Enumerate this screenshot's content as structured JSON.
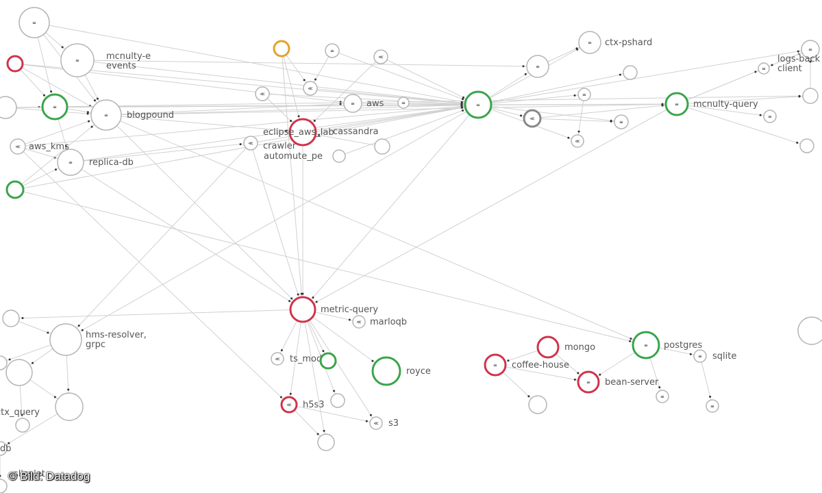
{
  "colors": {
    "edge": "#d0d0d0",
    "neutral": "#b4b4b4",
    "neutral_dark": "#888888",
    "green": "#3aa44a",
    "red": "#d0334a",
    "orange": "#e3a22a"
  },
  "credit": "© Bild: Datadog",
  "nodes": [
    {
      "id": "n_top_left",
      "label": "",
      "status": "neutral",
      "glyph": "≡"
    },
    {
      "id": "mcnulty_events_node",
      "label": "mcnulty-e\nevents",
      "status": "neutral",
      "glyph": "≡"
    },
    {
      "id": "mcnulty_events_red",
      "label": "",
      "status": "red",
      "glyph": ""
    },
    {
      "id": "n_left_mid",
      "label": "",
      "status": "neutral",
      "glyph": ""
    },
    {
      "id": "n_green_left",
      "label": "",
      "status": "green",
      "glyph": "≡"
    },
    {
      "id": "blogpound",
      "label": "blogpound",
      "status": "neutral",
      "glyph": "≡"
    },
    {
      "id": "aws_kms",
      "label": "aws_kms",
      "status": "neutral",
      "glyph": "≪"
    },
    {
      "id": "replica_db",
      "label": "replica-db",
      "status": "neutral",
      "glyph": "≡"
    },
    {
      "id": "n_green_lower_left",
      "label": "",
      "status": "green",
      "glyph": ""
    },
    {
      "id": "n_orange",
      "label": "",
      "status": "orange",
      "glyph": ""
    },
    {
      "id": "n_a1",
      "label": "",
      "status": "neutral",
      "glyph": "≡"
    },
    {
      "id": "n_a2",
      "label": "",
      "status": "neutral",
      "glyph": "≪"
    },
    {
      "id": "n_a3",
      "label": "",
      "status": "neutral",
      "glyph": "≪"
    },
    {
      "id": "n_a4",
      "label": "",
      "status": "neutral",
      "glyph": "≪"
    },
    {
      "id": "aws",
      "label": "aws",
      "status": "neutral",
      "glyph": "≡"
    },
    {
      "id": "n_a5",
      "label": "",
      "status": "neutral",
      "glyph": "≡"
    },
    {
      "id": "eclipse_aws_lab",
      "label": "eclipse_aws_lab",
      "status": "red",
      "glyph": ""
    },
    {
      "id": "cassandra",
      "label": "cassandra",
      "status": "neutral",
      "glyph": ""
    },
    {
      "id": "crawler",
      "label": "crawler",
      "status": "neutral",
      "glyph": "≪"
    },
    {
      "id": "automute_pe",
      "label": "automute_pe",
      "status": "neutral",
      "glyph": ""
    },
    {
      "id": "n_a6",
      "label": "",
      "status": "neutral",
      "glyph": ""
    },
    {
      "id": "n_hub",
      "label": "",
      "status": "green",
      "glyph": "≡"
    },
    {
      "id": "ctx_pshard",
      "label": "ctx-pshard",
      "status": "neutral",
      "glyph": "≡"
    },
    {
      "id": "n_b1",
      "label": "",
      "status": "neutral",
      "glyph": "≡"
    },
    {
      "id": "n_b2",
      "label": "",
      "status": "neutral",
      "glyph": ""
    },
    {
      "id": "n_b3",
      "label": "",
      "status": "neutral",
      "glyph": "≡"
    },
    {
      "id": "n_b4",
      "label": "",
      "status": "dark",
      "glyph": "≪"
    },
    {
      "id": "n_b5",
      "label": "",
      "status": "neutral",
      "glyph": "≡"
    },
    {
      "id": "n_b6",
      "label": "",
      "status": "neutral",
      "glyph": "≪"
    },
    {
      "id": "mcnulty_query",
      "label": "mcnulty-query",
      "status": "green",
      "glyph": "≡"
    },
    {
      "id": "logs_backend_client",
      "label": "logs-back\nclient",
      "status": "neutral",
      "glyph": "≡"
    },
    {
      "id": "n_c1",
      "label": "",
      "status": "neutral",
      "glyph": "≡"
    },
    {
      "id": "n_c2",
      "label": "",
      "status": "neutral",
      "glyph": ""
    },
    {
      "id": "n_c3",
      "label": "",
      "status": "neutral",
      "glyph": "≡"
    },
    {
      "id": "n_c4",
      "label": "",
      "status": "neutral",
      "glyph": ""
    },
    {
      "id": "n_c5",
      "label": "",
      "status": "neutral",
      "glyph": "≡"
    },
    {
      "id": "metric_query",
      "label": "metric-query",
      "status": "red",
      "glyph": ""
    },
    {
      "id": "marloqb",
      "label": "marloqb",
      "status": "neutral",
      "glyph": "≪"
    },
    {
      "id": "ts_model",
      "label": "ts_model",
      "status": "neutral",
      "glyph": "≪"
    },
    {
      "id": "n_ts_green",
      "label": "",
      "status": "green",
      "glyph": ""
    },
    {
      "id": "royce",
      "label": "royce",
      "status": "green",
      "glyph": ""
    },
    {
      "id": "h5s3",
      "label": "h5s3",
      "status": "red",
      "glyph": "≪"
    },
    {
      "id": "n_d1",
      "label": "",
      "status": "neutral",
      "glyph": ""
    },
    {
      "id": "s3",
      "label": "s3",
      "status": "neutral",
      "glyph": "≪"
    },
    {
      "id": "n_d2",
      "label": "",
      "status": "neutral",
      "glyph": ""
    },
    {
      "id": "hms_resolver_grpc",
      "label": "hms-resolver,\ngrpc",
      "status": "neutral",
      "glyph": ""
    },
    {
      "id": "n_e1",
      "label": "",
      "status": "neutral",
      "glyph": ""
    },
    {
      "id": "n_e2",
      "label": "",
      "status": "neutral",
      "glyph": ""
    },
    {
      "id": "n_e3",
      "label": "",
      "status": "neutral",
      "glyph": ""
    },
    {
      "id": "ctx_query",
      "label": "ctx_query",
      "status": "neutral",
      "glyph": ""
    },
    {
      "id": "n_e4",
      "label": "",
      "status": "neutral",
      "glyph": ""
    },
    {
      "id": "db",
      "label": "db",
      "status": "neutral",
      "glyph": ""
    },
    {
      "id": "slicelet",
      "label": "slicelet",
      "status": "neutral",
      "glyph": ""
    },
    {
      "id": "mongo",
      "label": "mongo",
      "status": "red",
      "glyph": ""
    },
    {
      "id": "coffee_house",
      "label": "coffee-house",
      "status": "red",
      "glyph": "≡"
    },
    {
      "id": "bean_server",
      "label": "bean-server",
      "status": "red",
      "glyph": "≡"
    },
    {
      "id": "n_f1",
      "label": "",
      "status": "neutral",
      "glyph": ""
    },
    {
      "id": "postgres",
      "label": "postgres",
      "status": "green",
      "glyph": "≡"
    },
    {
      "id": "sqlite",
      "label": "sqlite",
      "status": "neutral",
      "glyph": "≡"
    },
    {
      "id": "n_f2",
      "label": "",
      "status": "neutral",
      "glyph": "≡"
    },
    {
      "id": "n_f3",
      "label": "",
      "status": "neutral",
      "glyph": "≡"
    },
    {
      "id": "n_right_big",
      "label": "",
      "status": "neutral",
      "glyph": ""
    }
  ],
  "edges": [
    [
      "n_top_left",
      "mcnulty_events_node"
    ],
    [
      "n_top_left",
      "n_green_left"
    ],
    [
      "n_top_left",
      "blogpound"
    ],
    [
      "n_top_left",
      "n_hub"
    ],
    [
      "mcnulty_events_red",
      "n_green_left"
    ],
    [
      "mcnulty_events_red",
      "blogpound"
    ],
    [
      "mcnulty_events_red",
      "aws"
    ],
    [
      "mcnulty_events_red",
      "n_hub"
    ],
    [
      "mcnulty_events_node",
      "blogpound"
    ],
    [
      "mcnulty_events_node",
      "n_hub"
    ],
    [
      "mcnulty_events_node",
      "n_b1"
    ],
    [
      "n_left_mid",
      "n_green_left"
    ],
    [
      "n_left_mid",
      "blogpound"
    ],
    [
      "n_left_mid",
      "n_hub"
    ],
    [
      "n_left_mid",
      "mcnulty_query"
    ],
    [
      "n_green_left",
      "blogpound"
    ],
    [
      "n_green_left",
      "replica_db"
    ],
    [
      "n_green_left",
      "n_hub"
    ],
    [
      "n_green_left",
      "n_c2"
    ],
    [
      "blogpound",
      "n_hub"
    ],
    [
      "blogpound",
      "mcnulty_query"
    ],
    [
      "blogpound",
      "aws"
    ],
    [
      "blogpound",
      "metric_query"
    ],
    [
      "blogpound",
      "eclipse_aws_lab"
    ],
    [
      "aws_kms",
      "replica_db"
    ],
    [
      "aws_kms",
      "blogpound"
    ],
    [
      "aws_kms",
      "n_hub"
    ],
    [
      "aws_kms",
      "h5s3"
    ],
    [
      "replica_db",
      "n_hub"
    ],
    [
      "replica_db",
      "metric_query"
    ],
    [
      "replica_db",
      "crawler"
    ],
    [
      "n_green_lower_left",
      "replica_db"
    ],
    [
      "n_green_lower_left",
      "blogpound"
    ],
    [
      "n_green_lower_left",
      "postgres"
    ],
    [
      "n_green_lower_left",
      "n_hub"
    ],
    [
      "n_orange",
      "eclipse_aws_lab"
    ],
    [
      "n_orange",
      "n_a3"
    ],
    [
      "n_orange",
      "metric_query"
    ],
    [
      "n_a1",
      "n_a3"
    ],
    [
      "n_a1",
      "n_hub"
    ],
    [
      "n_a2",
      "n_hub"
    ],
    [
      "n_a2",
      "eclipse_aws_lab"
    ],
    [
      "n_a3",
      "n_hub"
    ],
    [
      "n_a4",
      "eclipse_aws_lab"
    ],
    [
      "n_a4",
      "n_hub"
    ],
    [
      "aws",
      "n_hub"
    ],
    [
      "n_a5",
      "n_hub"
    ],
    [
      "eclipse_aws_lab",
      "n_hub"
    ],
    [
      "eclipse_aws_lab",
      "metric_query"
    ],
    [
      "crawler",
      "n_hub"
    ],
    [
      "crawler",
      "metric_query"
    ],
    [
      "crawler",
      "hms_resolver_grpc"
    ],
    [
      "n_a6",
      "eclipse_aws_lab"
    ],
    [
      "automute_pe",
      "n_hub"
    ],
    [
      "n_hub",
      "ctx_pshard"
    ],
    [
      "n_hub",
      "n_b1"
    ],
    [
      "n_hub",
      "n_b2"
    ],
    [
      "n_hub",
      "n_b3"
    ],
    [
      "n_hub",
      "n_b4"
    ],
    [
      "n_hub",
      "n_b5"
    ],
    [
      "n_hub",
      "n_b6"
    ],
    [
      "n_hub",
      "mcnulty_query"
    ],
    [
      "n_hub",
      "logs_backend_client"
    ],
    [
      "n_hub",
      "metric_query"
    ],
    [
      "n_hub",
      "hms_resolver_grpc"
    ],
    [
      "n_b4",
      "mcnulty_query"
    ],
    [
      "n_b4",
      "n_b5"
    ],
    [
      "n_b3",
      "n_b6"
    ],
    [
      "n_b1",
      "ctx_pshard"
    ],
    [
      "mcnulty_query",
      "logs_backend_client"
    ],
    [
      "mcnulty_query",
      "n_c1"
    ],
    [
      "mcnulty_query",
      "n_c3"
    ],
    [
      "mcnulty_query",
      "n_c4"
    ],
    [
      "mcnulty_query",
      "metric_query"
    ],
    [
      "mcnulty_query",
      "n_c2"
    ],
    [
      "logs_backend_client",
      "n_c1"
    ],
    [
      "n_c2",
      "logs_backend_client"
    ],
    [
      "metric_query",
      "marloqb"
    ],
    [
      "metric_query",
      "ts_model"
    ],
    [
      "metric_query",
      "n_ts_green"
    ],
    [
      "metric_query",
      "royce"
    ],
    [
      "metric_query",
      "h5s3"
    ],
    [
      "metric_query",
      "n_d1"
    ],
    [
      "metric_query",
      "s3"
    ],
    [
      "metric_query",
      "n_d2"
    ],
    [
      "metric_query",
      "n_e1"
    ],
    [
      "h5s3",
      "s3"
    ],
    [
      "h5s3",
      "n_d2"
    ],
    [
      "n_e1",
      "hms_resolver_grpc"
    ],
    [
      "hms_resolver_grpc",
      "n_e2"
    ],
    [
      "hms_resolver_grpc",
      "n_e3"
    ],
    [
      "hms_resolver_grpc",
      "ctx_query"
    ],
    [
      "n_e3",
      "ctx_query"
    ],
    [
      "n_e3",
      "n_e4"
    ],
    [
      "ctx_query",
      "db"
    ],
    [
      "db",
      "slicelet"
    ],
    [
      "blogpound",
      "postgres"
    ],
    [
      "mongo",
      "coffee_house"
    ],
    [
      "coffee_house",
      "bean_server"
    ],
    [
      "coffee_house",
      "n_f1"
    ],
    [
      "mongo",
      "bean_server"
    ],
    [
      "postgres",
      "sqlite"
    ],
    [
      "postgres",
      "n_f2"
    ],
    [
      "postgres",
      "bean_server"
    ],
    [
      "sqlite",
      "n_f3"
    ]
  ]
}
